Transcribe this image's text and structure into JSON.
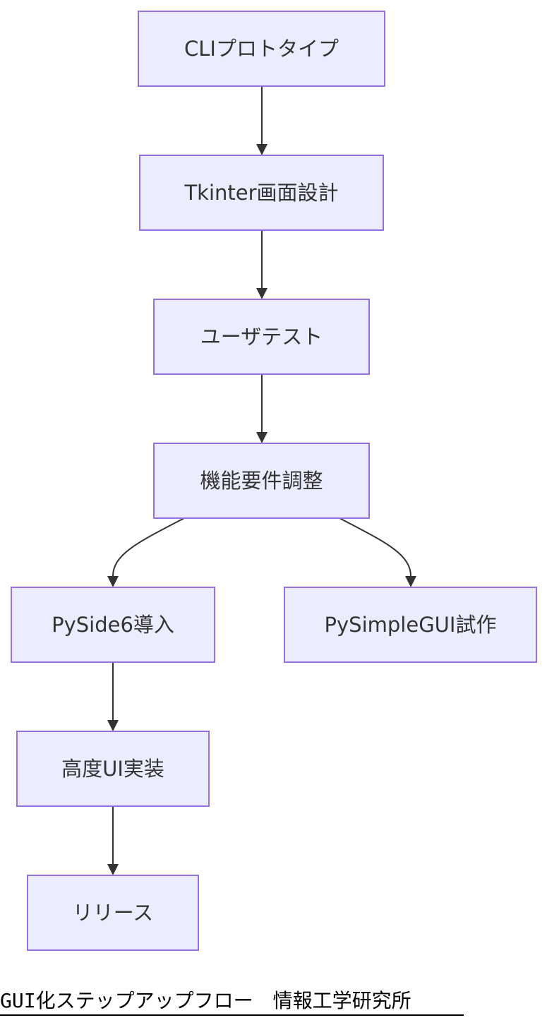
{
  "diagram": {
    "nodes": {
      "cli": {
        "label": "CLIプロトタイプ"
      },
      "tkinter": {
        "label": "Tkinter画面設計"
      },
      "usertest": {
        "label": "ユーザテスト"
      },
      "feature": {
        "label": "機能要件調整"
      },
      "pyside": {
        "label": "PySide6導入"
      },
      "pysimple": {
        "label": "PySimpleGUI試作"
      },
      "advanced": {
        "label": "高度UI実装"
      },
      "release": {
        "label": "リリース"
      }
    },
    "edges": [
      {
        "from": "cli",
        "to": "tkinter"
      },
      {
        "from": "tkinter",
        "to": "usertest"
      },
      {
        "from": "usertest",
        "to": "feature"
      },
      {
        "from": "feature",
        "to": "pyside"
      },
      {
        "from": "feature",
        "to": "pysimple"
      },
      {
        "from": "pyside",
        "to": "advanced"
      },
      {
        "from": "advanced",
        "to": "release"
      }
    ],
    "colors": {
      "node_fill": "#ececff",
      "node_stroke": "#9370db",
      "edge": "#333333",
      "text": "#333333"
    }
  },
  "caption": {
    "text": "GUI化ステップアップフロー　情報工学研究所"
  }
}
